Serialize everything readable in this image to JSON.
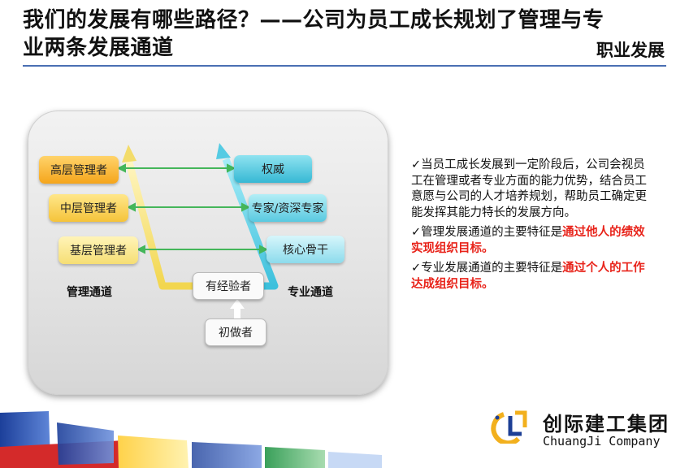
{
  "header": {
    "title": "我们的发展有哪些路径？——公司为员工成长规划了管理与专业两条发展通道",
    "section_tag": "职业发展"
  },
  "diagram": {
    "management_boxes": [
      "高层管理者",
      "中层管理者",
      "基层管理者"
    ],
    "professional_boxes": [
      "权威",
      "专家/资深专家",
      "核心骨干"
    ],
    "experienced_label": "有经验者",
    "beginner_label": "初做者",
    "management_channel_label": "管理通道",
    "professional_channel_label": "专业通道"
  },
  "text": {
    "para1": "✓当员工成长发展到一定阶段后，公司会视员工在管理或者专业方面的能力优势，结合员工意愿与公司的人才培养规划，帮助员工确定更能发挥其能力特长的发展方向。",
    "para2_prefix": "✓管理发展通道的主要特征是",
    "para2_highlight": "通过他人的绩效实现组织目标。",
    "para3_prefix": "✓专业发展通道的主要特征是",
    "para3_highlight": "通过个人的工作达成组织目标。"
  },
  "logo": {
    "name_cn": "创际建工集团",
    "name_en": "ChuangJi Company"
  },
  "colors": {
    "title_rule": "#4a6fb3",
    "highlight_red": "#e8231a",
    "management_arrow": "#f5e27a",
    "professional_arrow": "#6fd6ee",
    "connector_green": "#44b65a"
  }
}
